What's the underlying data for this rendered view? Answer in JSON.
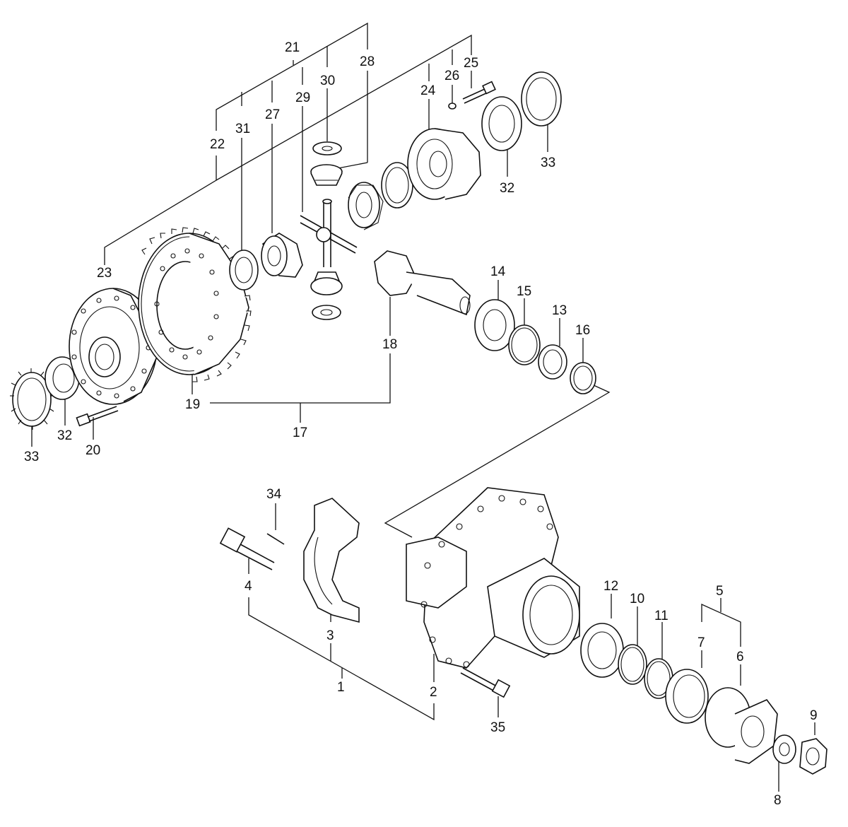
{
  "diagram": {
    "callouts": [
      "1",
      "2",
      "3",
      "4",
      "5",
      "6",
      "7",
      "8",
      "9",
      "10",
      "11",
      "12",
      "13",
      "14",
      "15",
      "16",
      "17",
      "18",
      "19",
      "20",
      "21",
      "22",
      "23",
      "24",
      "25",
      "26",
      "27",
      "28",
      "29",
      "30",
      "31",
      "32",
      "32",
      "33",
      "33",
      "34",
      "35"
    ]
  }
}
